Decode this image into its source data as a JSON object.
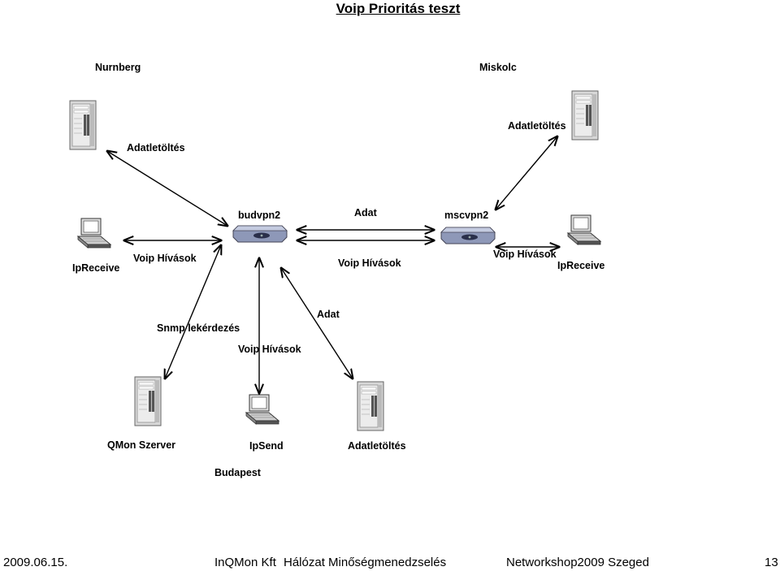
{
  "title": "Voip Prioritás teszt",
  "labels": {
    "nurnberg": "Nurnberg",
    "miskolc": "Miskolc",
    "adatletoltes_left": "Adatletöltés",
    "adatletoltes_right": "Adatletöltés",
    "budvpn2": "budvpn2",
    "adat_top": "Adat",
    "mscvpn2": "mscvpn2",
    "ipreceive_left": "IpReceive",
    "voip_left": "Voip Hívások",
    "voip_center": "Voip Hívások",
    "voip_right": "Voip Hívások",
    "ipreceive_right": "IpReceive",
    "snmp": "Snmp lekérdezés",
    "adat_mid": "Adat",
    "voip_mid": "Voip Hívások",
    "qmon": "QMon Szerver",
    "ipsend": "IpSend",
    "adatletoltes_bottom": "Adatletöltés",
    "budapest": "Budapest"
  },
  "footer": {
    "date": "2009.06.15.",
    "company": "InQMon Kft",
    "topic": "Hálózat Minőségmenedzselés",
    "event": "Networkshop2009  Szeged",
    "page": "13"
  },
  "icons": {
    "server_nurnberg": "server-tower-icon",
    "server_miskolc": "server-tower-icon",
    "router_budvpn2": "vpn-router-icon",
    "router_mscvpn2": "vpn-router-icon",
    "pc_left": "workstation-icon",
    "pc_right": "workstation-icon",
    "server_qmon": "server-tower-icon",
    "pc_ipsend": "workstation-icon",
    "server_budapest": "server-tower-icon"
  }
}
